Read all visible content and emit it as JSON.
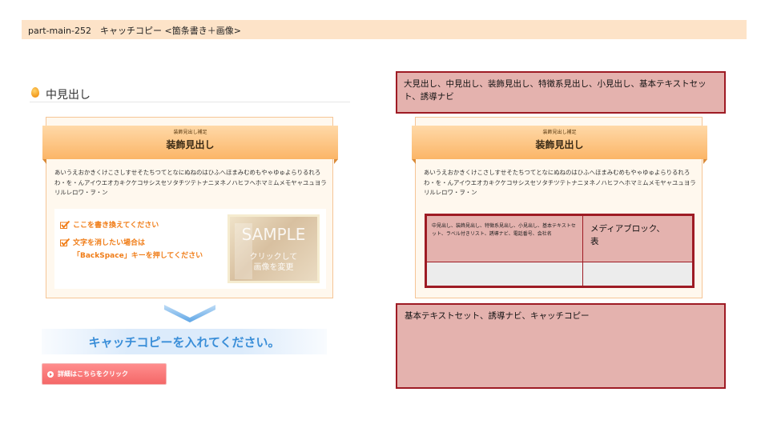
{
  "header": {
    "title": "part-main-252　キャッチコピー <箇条書き＋画像>"
  },
  "left": {
    "mid_heading": "中見出し",
    "deco": {
      "sub": "装飾見出し補足",
      "main": "装飾見出し"
    },
    "body_text": "あいうえおかきくけこさしすせそたちつてとなにぬねのはひふへほまみむめもやゃゆゅよらりるれろわ・を・んアイウエオカキクケコサシスセソタチツテトナニヌネノハヒフヘホマミムメモヤャユュヨラリルレロワ・ヲ・ン",
    "checks": [
      "ここを書き換えてください",
      "文字を消したい場合は",
      "「BackSpace」キーを押してください"
    ],
    "sample": {
      "word": "SAMPLE",
      "line1": "クリックして",
      "line2": "画像を変更"
    },
    "catch_copy": "キャッチコピーを入れてください。",
    "detail_button": "詳細はこちらをクリック"
  },
  "right": {
    "anno_top": "大見出し、中見出し、装飾見出し、特徴系見出し、小見出し、基本テキストセット、誘導ナビ",
    "deco": {
      "sub": "装飾見出し補足",
      "main": "装飾見出し"
    },
    "body_text": "あいうえおかきくけこさしすせそたちつてとなにぬねのはひふへほまみむめもやゃゆゅよらりるれろわ・を・んアイウエオカキクケコサシスセソタチツテトナニヌネノハヒフヘホマミムメモヤャユュヨラリルレロワ・ヲ・ン",
    "cell_a": "中見出し、装飾見出し、特徴系見出し、小見出し、基本テキストセット、ラベル付きリスト、誘導ナビ、電話番号、会社名",
    "cell_b": "メディアブロック、\n表",
    "anno_bottom": "基本テキストセット、誘導ナビ、キャッチコピー"
  },
  "colors": {
    "header_bg": "#fde3c8",
    "accent_orange": "#f07d18",
    "annotation_border": "#9e1b24",
    "annotation_fill": "#e4b2ae",
    "catch_blue": "#3a8ed8",
    "button_red": "#f46868"
  },
  "icons": [
    "heading-bullet-icon",
    "check-icon",
    "chevron-down-icon",
    "arrow-circle-icon"
  ]
}
